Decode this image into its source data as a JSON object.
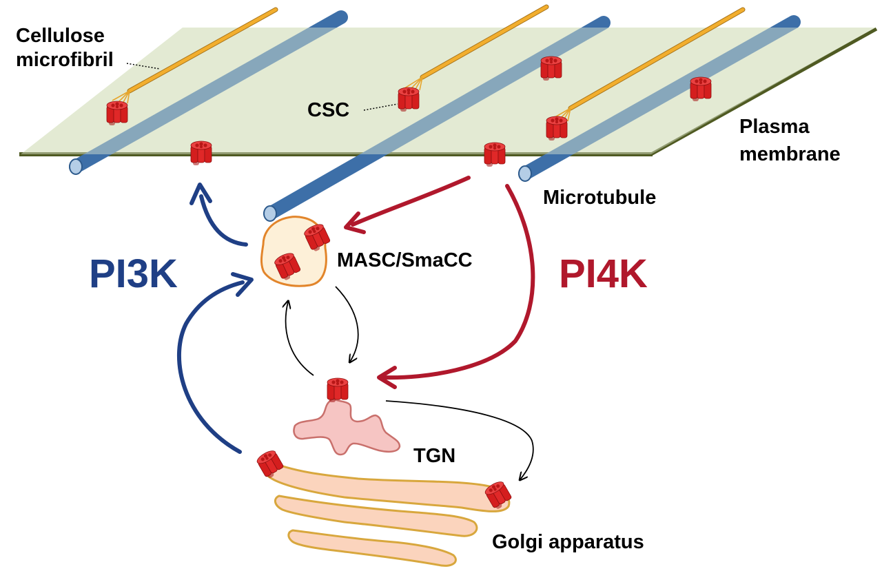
{
  "labels": {
    "cellulose_line1": "Cellulose",
    "cellulose_line2": "microfibril",
    "csc": "CSC",
    "plasma_line1": "Plasma",
    "plasma_line2": "membrane",
    "microtubule": "Microtubule",
    "masc": "MASC/SmaCC",
    "pi3k": "PI3K",
    "pi4k": "PI4K",
    "tgn": "TGN",
    "golgi": "Golgi apparatus"
  },
  "colors": {
    "pi3k": "#1f3f85",
    "pi4k": "#b0182c",
    "membrane_fill": "#e3ead3",
    "membrane_edge": "#4f5a22",
    "microtubule": "#3d6fa8",
    "microfibril": "#f2ae2e",
    "csc": "#d41e1e",
    "masc_fill": "#fdf0d8",
    "masc_edge": "#e2852b",
    "tgn_fill": "#f6c5c3",
    "tgn_edge": "#c9706c",
    "golgi_fill": "#fbd4bd",
    "golgi_edge": "#d8a73d"
  }
}
